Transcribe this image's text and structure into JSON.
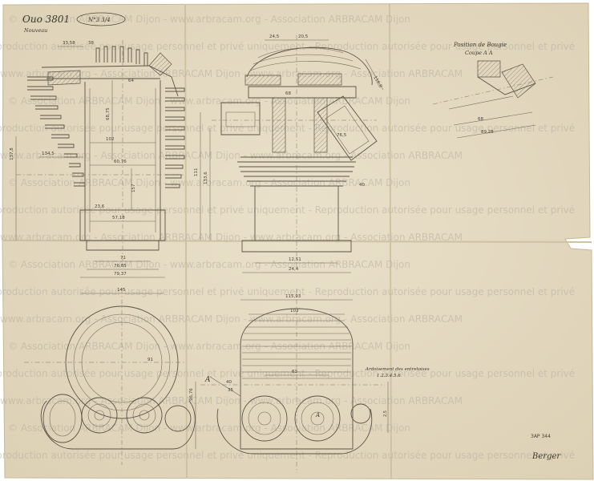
{
  "drawing": {
    "reference": "Ouo 3801",
    "sub_reference": "Nouveau",
    "stamp_text": "N°3 3/4",
    "section_title_line1": "Position de Bougie",
    "section_title_line2": "Coupe A A",
    "hole_note_line1": "Ardoisement des entretoises",
    "hole_note_line2": "1.2.3.4.5.6",
    "corner_code": "3AP 344",
    "signature": "Berger",
    "section_marker": "A",
    "section_marker_2": "A"
  },
  "dimensions": {
    "d1": "33,58",
    "d2": "38",
    "d3": "68,75",
    "d4": "102",
    "d5": "64",
    "d6": "134,5",
    "d7": "60,76",
    "d8": "157",
    "d9": "23,6",
    "d10": "57,18",
    "d11": "71",
    "d12": "76,85",
    "d13": "79,37",
    "d14": "24,5",
    "d15": "20,5",
    "d16": "111",
    "d17": "133,6",
    "d18": "76,5",
    "d19": "68",
    "d20": "12,51",
    "d21": "24,4",
    "d22": "116,8",
    "d23": "115,93",
    "d24": "103",
    "d25": "63",
    "d26": "91",
    "d27": "2,5",
    "d28": "137,8",
    "d29": "68",
    "d30": "89,28",
    "d31": "145",
    "d32": "40",
    "d33": "35",
    "d34": "96,76"
  },
  "watermark": {
    "lines": [
      "© Association ARBRACAM Dijon - www.arbracam.org - Association ARBRACAM Dijon",
      "Reproduction autorisée pour usage personnel et privé uniquement - Reproduction autorisée pour usage personnel et privé",
      "www.arbracam.org - Association ARBRACAM Dijon - www.arbracam.org - Association ARBRACAM"
    ]
  },
  "colors": {
    "paper": "#e6dcc5",
    "paper_edge": "#d8ccb0",
    "ink": "#5b5346",
    "crease": "#c9bc9f"
  }
}
